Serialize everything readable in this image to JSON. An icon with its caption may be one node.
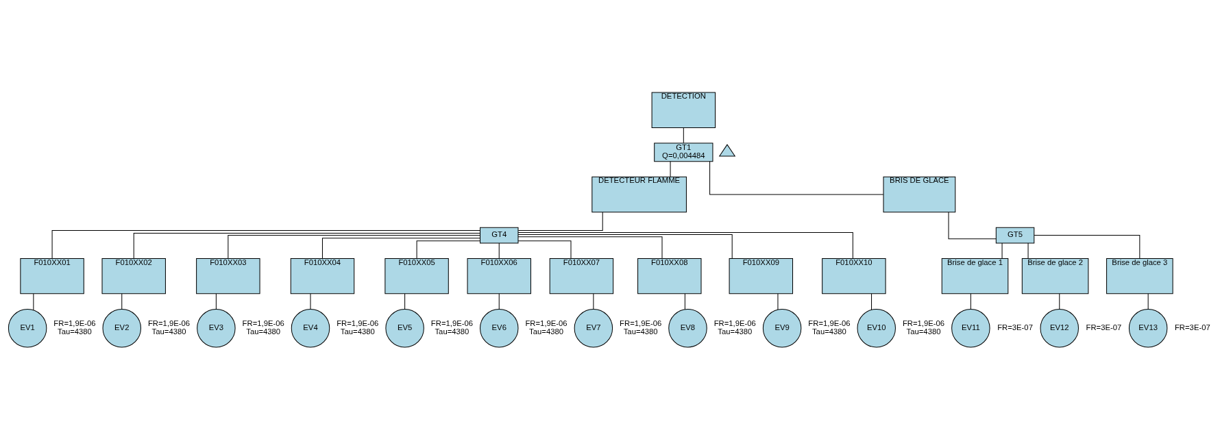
{
  "diagram": {
    "nodes": [
      {
        "text": [
          "DETECTION"
        ]
      },
      {
        "text": [
          "GT1",
          "Q=0,004484"
        ]
      },
      {
        "text": [],
        "shape": "triangle"
      },
      {
        "text": [
          "DETECTEUR FLAMME"
        ]
      },
      {
        "text": [
          "GT4"
        ]
      },
      {
        "text": [
          "BRIS DE GLACE"
        ]
      },
      {
        "text": [
          "GT5"
        ]
      },
      {
        "text": [
          "F010XX01"
        ]
      },
      {
        "text": [
          "EV1"
        ],
        "beside": [
          "FR=1,9E-06",
          "Tau=4380"
        ]
      },
      {
        "text": [
          "F010XX02"
        ]
      },
      {
        "text": [
          "EV2"
        ],
        "beside": [
          "FR=1,9E-06",
          "Tau=4380"
        ]
      },
      {
        "text": [
          "F010XX03"
        ]
      },
      {
        "text": [
          "EV3"
        ],
        "beside": [
          "FR=1,9E-06",
          "Tau=4380"
        ]
      },
      {
        "text": [
          "F010XX04"
        ]
      },
      {
        "text": [
          "EV4"
        ],
        "beside": [
          "FR=1,9E-06",
          "Tau=4380"
        ]
      },
      {
        "text": [
          "F010XX05"
        ]
      },
      {
        "text": [
          "EV5"
        ],
        "beside": [
          "FR=1,9E-06",
          "Tau=4380"
        ]
      },
      {
        "text": [
          "F010XX06"
        ]
      },
      {
        "text": [
          "EV6"
        ],
        "beside": [
          "FR=1,9E-06",
          "Tau=4380"
        ]
      },
      {
        "text": [
          "F010XX07"
        ]
      },
      {
        "text": [
          "EV7"
        ],
        "beside": [
          "FR=1,9E-06",
          "Tau=4380"
        ]
      },
      {
        "text": [
          "F010XX08"
        ]
      },
      {
        "text": [
          "EV8"
        ],
        "beside": [
          "FR=1,9E-06",
          "Tau=4380"
        ]
      },
      {
        "text": [
          "F010XX09"
        ]
      },
      {
        "text": [
          "EV9"
        ],
        "beside": [
          "FR=1,9E-06",
          "Tau=4380"
        ]
      },
      {
        "text": [
          "F010XX10"
        ]
      },
      {
        "text": [
          "EV10"
        ],
        "beside": [
          "FR=1,9E-06",
          "Tau=4380"
        ]
      },
      {
        "text": [
          "Brise de glace 1"
        ]
      },
      {
        "text": [
          "EV11"
        ],
        "beside": [
          "FR=3E-07"
        ]
      },
      {
        "text": [
          "Brise de glace 2"
        ]
      },
      {
        "text": [
          "EV12"
        ],
        "beside": [
          "FR=3E-07"
        ]
      },
      {
        "text": [
          "Brise de glace 3"
        ]
      },
      {
        "text": [
          "EV13"
        ],
        "beside": [
          "FR=3E-07"
        ]
      }
    ],
    "edges": [
      {
        "from": 0,
        "to": 1,
        "arrow": "none"
      },
      {
        "from": 1,
        "to": 3,
        "arrow": "none"
      },
      {
        "from": 1,
        "to": 5,
        "arrow": "none"
      },
      {
        "from": 3,
        "to": 4,
        "arrow": "none"
      },
      {
        "from": 5,
        "to": 6,
        "arrow": "none"
      },
      {
        "from": 4,
        "to": 7,
        "arrow": "none"
      },
      {
        "from": 4,
        "to": 9,
        "arrow": "none"
      },
      {
        "from": 4,
        "to": 11,
        "arrow": "none"
      },
      {
        "from": 4,
        "to": 13,
        "arrow": "none"
      },
      {
        "from": 4,
        "to": 15,
        "arrow": "none"
      },
      {
        "from": 4,
        "to": 17,
        "arrow": "none"
      },
      {
        "from": 4,
        "to": 19,
        "arrow": "none"
      },
      {
        "from": 4,
        "to": 21,
        "arrow": "none"
      },
      {
        "from": 4,
        "to": 23,
        "arrow": "none"
      },
      {
        "from": 4,
        "to": 25,
        "arrow": "none"
      },
      {
        "from": 6,
        "to": 27,
        "arrow": "none"
      },
      {
        "from": 6,
        "to": 29,
        "arrow": "none"
      },
      {
        "from": 6,
        "to": 31,
        "arrow": "none"
      },
      {
        "from": 7,
        "to": 8,
        "arrow": "none"
      },
      {
        "from": 9,
        "to": 10,
        "arrow": "none"
      },
      {
        "from": 11,
        "to": 12,
        "arrow": "none"
      },
      {
        "from": 13,
        "to": 14,
        "arrow": "none"
      },
      {
        "from": 15,
        "to": 16,
        "arrow": "none"
      },
      {
        "from": 17,
        "to": 18,
        "arrow": "none"
      },
      {
        "from": 19,
        "to": 20,
        "arrow": "none"
      },
      {
        "from": 21,
        "to": 22,
        "arrow": "none"
      },
      {
        "from": 23,
        "to": 24,
        "arrow": "none"
      },
      {
        "from": 25,
        "to": 26,
        "arrow": "none"
      },
      {
        "from": 27,
        "to": 28,
        "arrow": "none"
      },
      {
        "from": 29,
        "to": 30,
        "arrow": "none"
      },
      {
        "from": 31,
        "to": 32,
        "arrow": "none"
      }
    ]
  }
}
